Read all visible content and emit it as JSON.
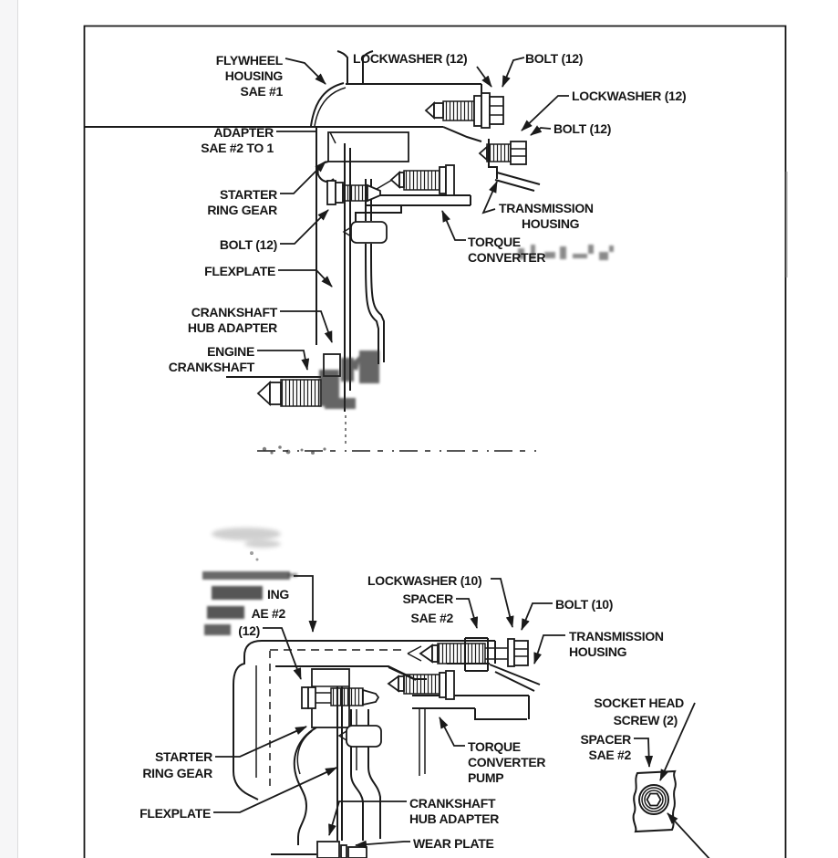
{
  "page": {
    "background": "#ffffff",
    "gutter_color": "#f6f6f7",
    "frame_color": "#1a1a1a",
    "line_color": "#1a1a1a"
  },
  "top_diagram": {
    "labels": {
      "flywheel_housing": [
        "FLYWHEEL",
        "HOUSING",
        "SAE #1"
      ],
      "lockwasher_top": "LOCKWASHER (12)",
      "bolt_top": "BOLT (12)",
      "lockwasher_right": "LOCKWASHER (12)",
      "bolt_right": "BOLT (12)",
      "adapter": [
        "ADAPTER",
        "SAE #2 TO 1"
      ],
      "starter_ring_gear": [
        "STARTER",
        "RING GEAR"
      ],
      "bolt_left": "BOLT (12)",
      "flexplate": "FLEXPLATE",
      "crankshaft_hub_adapter": [
        "CRANKSHAFT",
        "HUB ADAPTER"
      ],
      "engine_crankshaft": [
        "ENGINE",
        "CRANKSHAFT"
      ],
      "transmission_housing": [
        "TRANSMISSION",
        "HOUSING"
      ],
      "torque_converter": [
        "TORQUE",
        "CONVERTER"
      ]
    }
  },
  "bottom_diagram": {
    "labels": {
      "smudged_label": [
        "ING",
        "AE #2",
        "(12)"
      ],
      "lockwasher": "LOCKWASHER (10)",
      "spacer": [
        "SPACER",
        "SAE #2"
      ],
      "bolt": "BOLT (10)",
      "transmission_housing": [
        "TRANSMISSION",
        "HOUSING"
      ],
      "starter_ring_gear": [
        "STARTER",
        "RING GEAR"
      ],
      "flexplate": "FLEXPLATE",
      "torque_converter_pump": [
        "TORQUE",
        "CONVERTER",
        "PUMP"
      ],
      "crankshaft_hub_adapter": [
        "CRANKSHAFT",
        "HUB ADAPTER"
      ],
      "wear_plate": "WEAR PLATE",
      "socket_head_screw": [
        "SOCKET HEAD",
        "SCREW (2)"
      ],
      "spacer_detail": [
        "SPACER",
        "SAE #2"
      ]
    }
  }
}
